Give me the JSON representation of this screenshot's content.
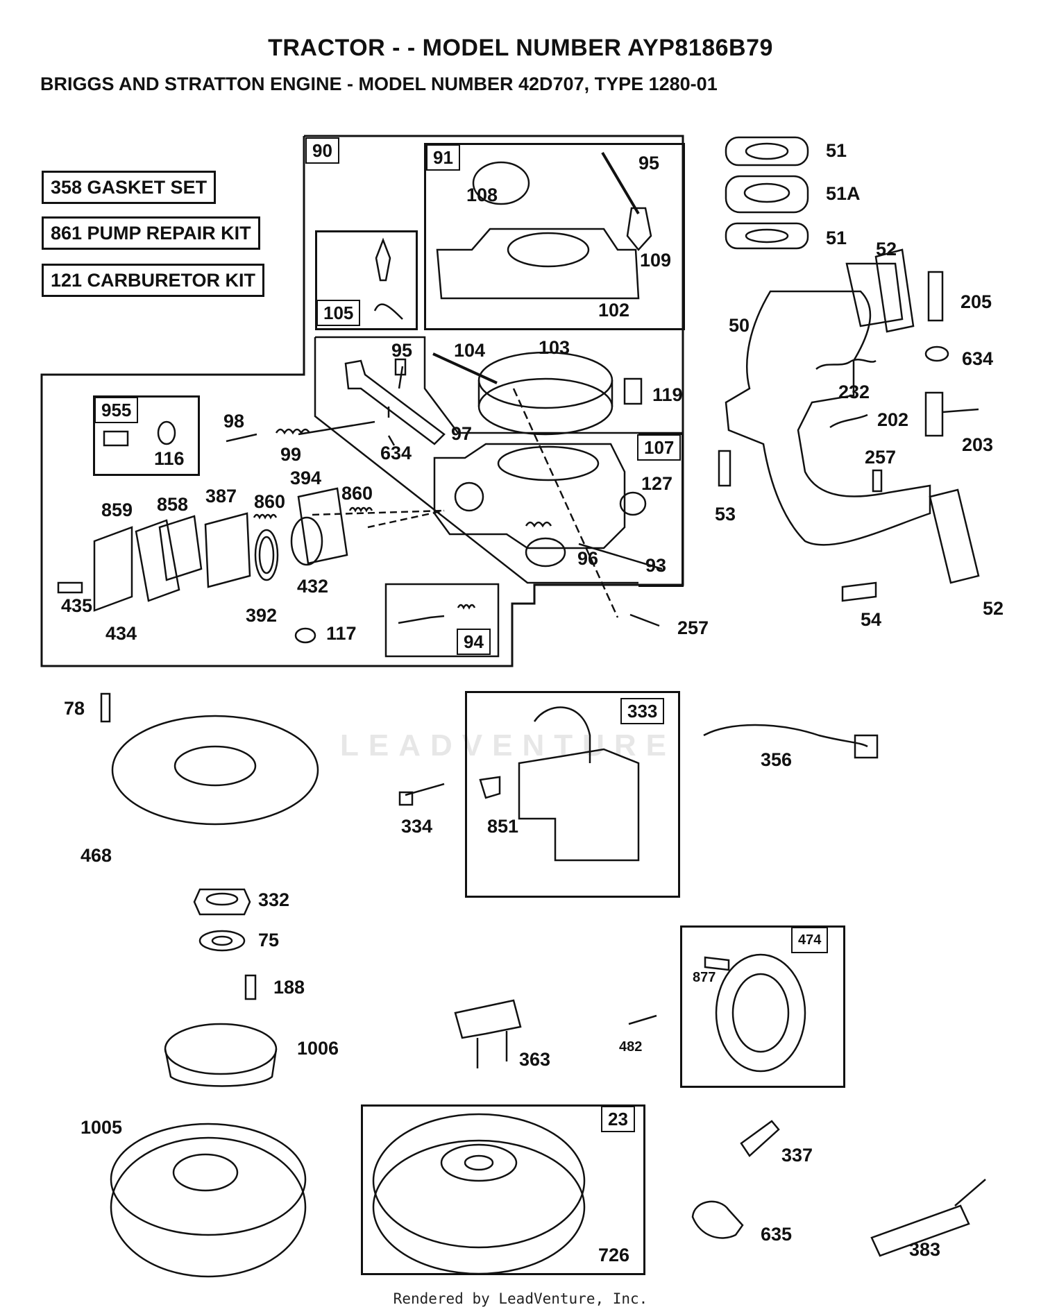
{
  "title": "TRACTOR - - MODEL NUMBER AYP8186B79",
  "subtitle": "BRIGGS AND STRATTON ENGINE -  MODEL NUMBER 42D707, TYPE 1280-01",
  "kits": [
    {
      "label": "358  GASKET SET"
    },
    {
      "label": "861 PUMP REPAIR KIT"
    },
    {
      "label": "121  CARBURETOR KIT"
    }
  ],
  "assemblies": {
    "a90": "90",
    "a91": "91",
    "a105": "105",
    "a107": "107",
    "a955": "955",
    "a94": "94",
    "a333": "333",
    "a474": "474",
    "a23": "23"
  },
  "parts": {
    "p51a": "51",
    "p51b": "51A",
    "p51c": "51",
    "p52a": "52",
    "p205": "205",
    "p50": "50",
    "p634r": "634",
    "p232": "232",
    "p202": "202",
    "p203": "203",
    "p257r": "257",
    "p53": "53",
    "p54": "54",
    "p52b": "52",
    "p95a": "95",
    "p108": "108",
    "p109": "109",
    "p102": "102",
    "p95b": "95",
    "p104": "104",
    "p103": "103",
    "p119": "119",
    "p97": "97",
    "p634": "634",
    "p127": "127",
    "p96": "96",
    "p93": "93",
    "p257": "257",
    "p98": "98",
    "p99": "99",
    "p116": "116",
    "p859": "859",
    "p858": "858",
    "p387": "387",
    "p860a": "860",
    "p394": "394",
    "p860b": "860",
    "p435": "435",
    "p434": "434",
    "p392": "392",
    "p432": "432",
    "p117": "117",
    "p78": "78",
    "p468": "468",
    "p334": "334",
    "p851": "851",
    "p356": "356",
    "p332": "332",
    "p75": "75",
    "p188": "188",
    "p1006": "1006",
    "p363": "363",
    "p482": "482",
    "p877": "877",
    "p1005": "1005",
    "p726": "726",
    "p337": "337",
    "p635": "635",
    "p383": "383"
  },
  "watermark": "LEADVENTURE",
  "footer": "Rendered by LeadVenture, Inc."
}
